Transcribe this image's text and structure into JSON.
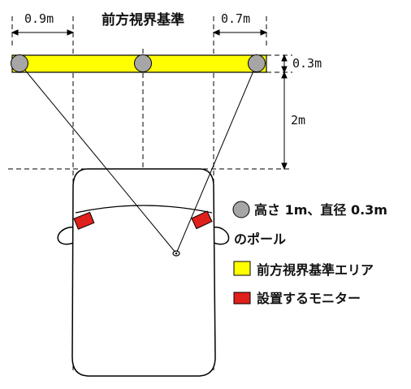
{
  "diagram": {
    "title": "前方視界基準",
    "dimensions": {
      "left_width": "0.9m",
      "right_width": "0.7m",
      "pole_diameter": "0.3m",
      "distance": "2m"
    },
    "legend": [
      {
        "text": "高さ 1m、直径 0.3m",
        "color": "#a6a6a6",
        "symbol": "circle"
      },
      {
        "text": "のポール",
        "color": "",
        "symbol": "none"
      },
      {
        "text": "前方視界基準エリア",
        "color": "#ffff00",
        "symbol": "square"
      },
      {
        "text": "設置するモニター",
        "color": "#e0201b",
        "symbol": "square"
      }
    ],
    "colors": {
      "area": "#ffff00",
      "pole": "#a6a6a6",
      "monitor": "#e0201b",
      "line": "#000000"
    }
  }
}
